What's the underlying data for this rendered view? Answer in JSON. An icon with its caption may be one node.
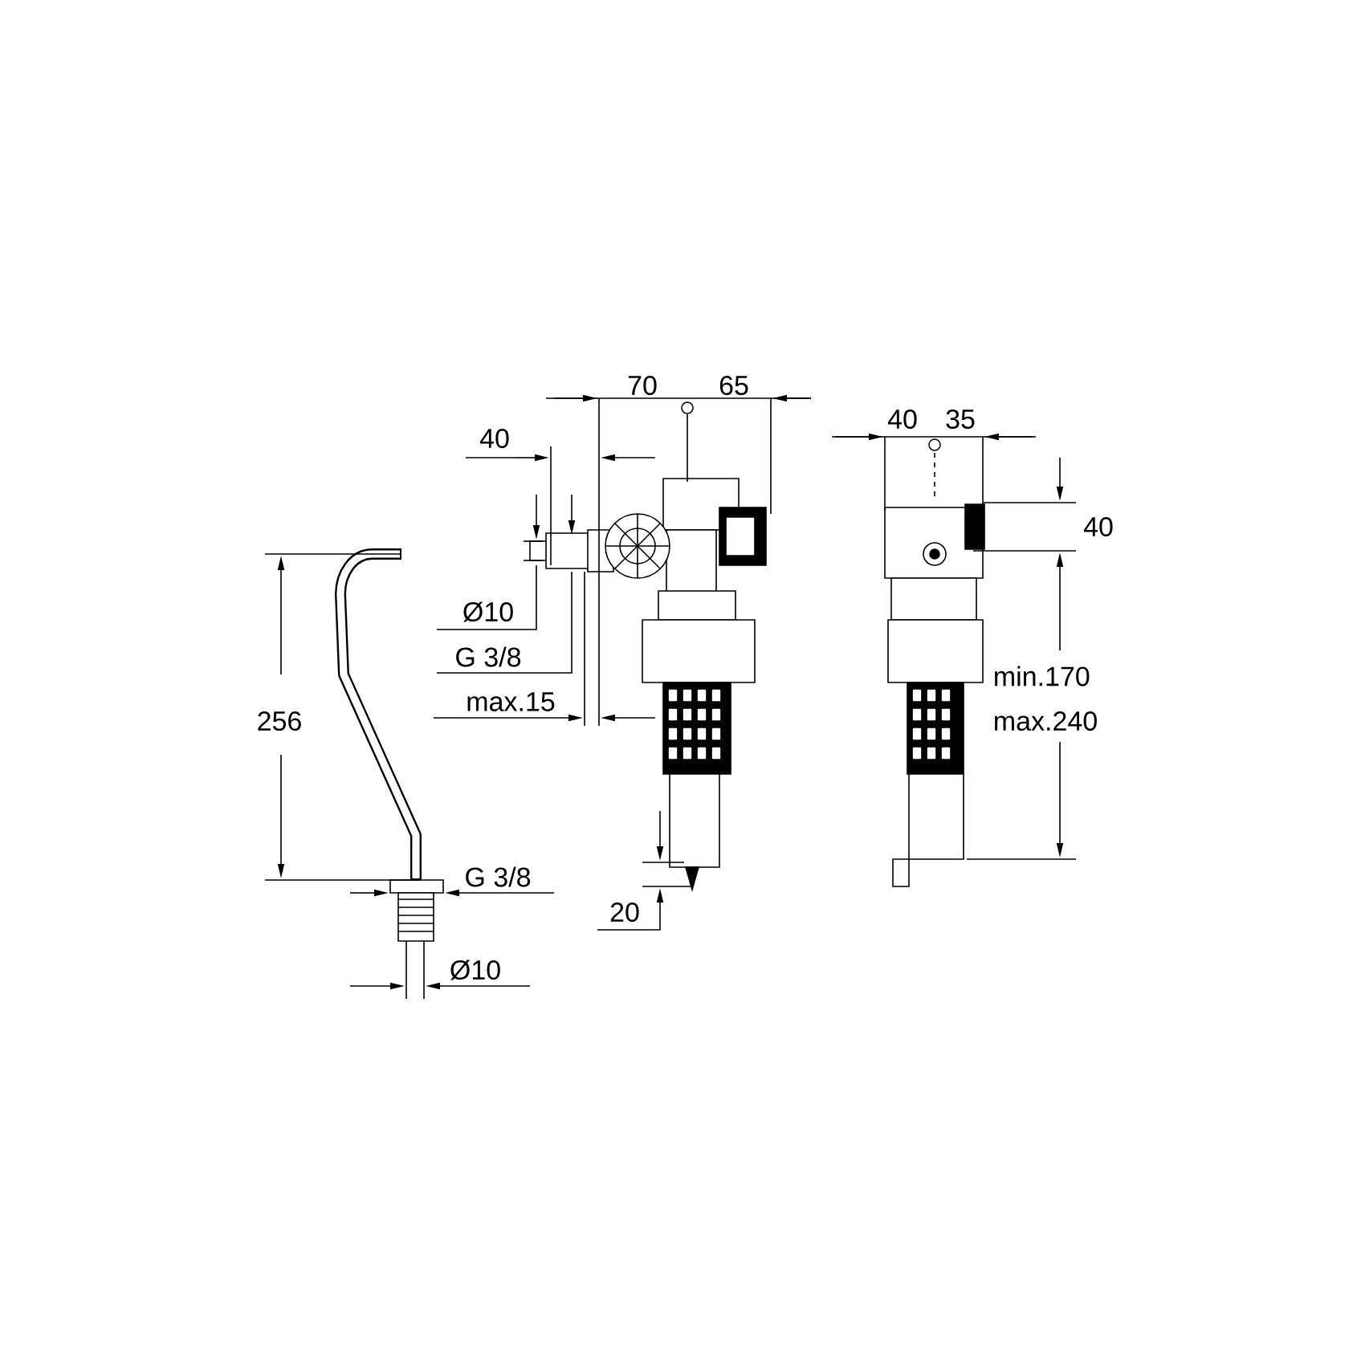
{
  "diagram": {
    "labels": [
      "70",
      "65",
      "40",
      "40",
      "35",
      "40",
      "Ø10",
      "G 3/8",
      "min.170",
      "max.240",
      "max.15",
      "256",
      "G 3/8",
      "20",
      "Ø10"
    ]
  }
}
